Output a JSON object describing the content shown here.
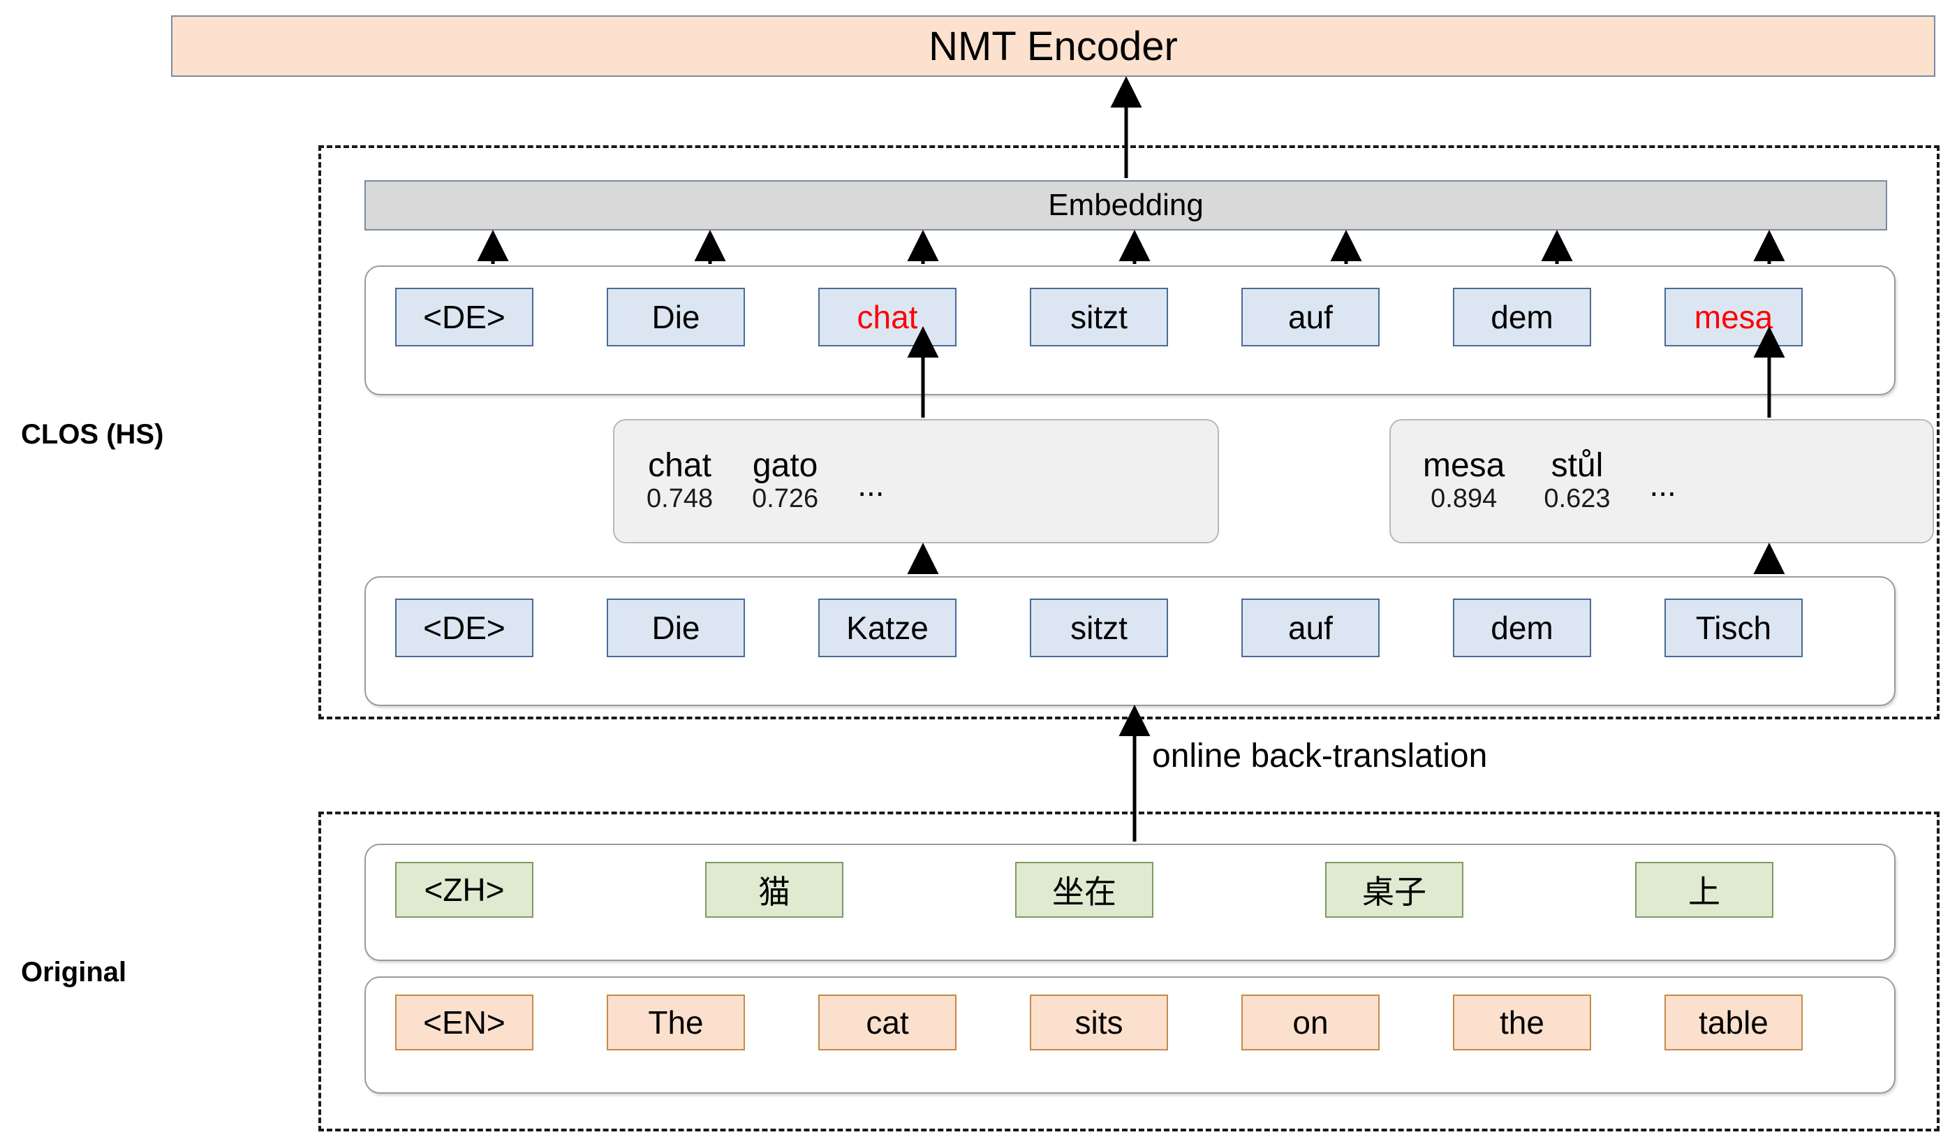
{
  "diagram": {
    "title": "NMT Encoder",
    "encoder_label": "NMT Encoder",
    "embedding_label": "Embedding",
    "back_translation_label": "online back-translation",
    "row_labels": {
      "clos": "CLOS (HS)",
      "original": "Original"
    },
    "colors": {
      "encoder_fill": "#fbe1ce",
      "encoder_border": "#7b8ba3",
      "embedding_fill": "#d9d9d9",
      "embedding_border": "#7b8ba3",
      "token_blue_fill": "#dce6f2",
      "token_blue_border": "#4a6b96",
      "token_green_fill": "#dfead0",
      "token_green_border": "#7f9a62",
      "token_orange_fill": "#fbe0cd",
      "token_orange_border": "#c58a4a",
      "candidate_fill": "#f0f0f0",
      "candidate_border": "#b8b8b8",
      "highlight_text": "#ff0000",
      "frame_dashed": "#1a1a1a"
    }
  },
  "clos_group": {
    "output_tokens": [
      {
        "text": "<DE>",
        "highlight": false
      },
      {
        "text": "Die",
        "highlight": false
      },
      {
        "text": "chat",
        "highlight": true
      },
      {
        "text": "sitzt",
        "highlight": false
      },
      {
        "text": "auf",
        "highlight": false
      },
      {
        "text": "dem",
        "highlight": false
      },
      {
        "text": "mesa",
        "highlight": true
      }
    ],
    "input_tokens": [
      {
        "text": "<DE>",
        "highlight": false
      },
      {
        "text": "Die",
        "highlight": false
      },
      {
        "text": "Katze",
        "highlight": false
      },
      {
        "text": "sitzt",
        "highlight": false
      },
      {
        "text": "auf",
        "highlight": false
      },
      {
        "text": "dem",
        "highlight": false
      },
      {
        "text": "Tisch",
        "highlight": false
      }
    ],
    "candidate_sets": [
      {
        "source_token": "Katze",
        "target_token": "chat",
        "ellipsis": "...",
        "candidates": [
          {
            "word": "chat",
            "score": "0.748"
          },
          {
            "word": "gato",
            "score": "0.726"
          }
        ]
      },
      {
        "source_token": "Tisch",
        "target_token": "mesa",
        "ellipsis": "...",
        "candidates": [
          {
            "word": "mesa",
            "score": "0.894"
          },
          {
            "word": "stůl",
            "score": "0.623"
          }
        ]
      }
    ]
  },
  "original_group": {
    "zh_tokens": [
      {
        "text": "<ZH>"
      },
      {
        "text": "猫"
      },
      {
        "text": "坐在"
      },
      {
        "text": "桌子"
      },
      {
        "text": "上"
      }
    ],
    "en_tokens": [
      {
        "text": "<EN>"
      },
      {
        "text": "The"
      },
      {
        "text": "cat"
      },
      {
        "text": "sits"
      },
      {
        "text": "on"
      },
      {
        "text": "the"
      },
      {
        "text": "table"
      }
    ]
  }
}
